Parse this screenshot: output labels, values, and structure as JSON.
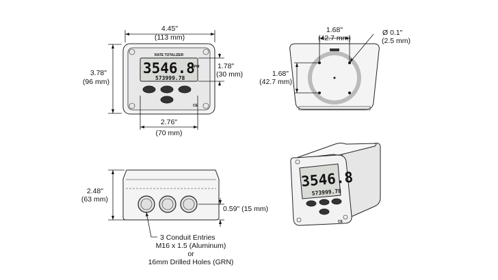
{
  "front_view": {
    "width_in": "4.45\"",
    "width_mm": "(113 mm)",
    "height_in": "3.78\"",
    "height_mm": "(96 mm)",
    "display_height_in": "1.78\"",
    "display_height_mm": "(30 mm)",
    "display_width_in": "2.76\"",
    "display_width_mm": "(70 mm)",
    "display_main": "3546.8",
    "display_secondary": "573999.78",
    "brand": "RATE TOTALIZER",
    "unit_label": "GPM"
  },
  "back_view": {
    "hole_spacing_h_in": "1.68\"",
    "hole_spacing_h_mm": "(42.7 mm)",
    "hole_diameter_in": "Ø 0.1\"",
    "hole_diameter_mm": "(2.5 mm)",
    "hole_spacing_v_in": "1.68\"",
    "hole_spacing_v_mm": "(42.7 mm)"
  },
  "bottom_view": {
    "depth_in": "2.48\"",
    "depth_mm": "(63 mm)",
    "conduit_offset": "0.59\" (15 mm)",
    "note_line1": "3 Conduit Entries",
    "note_line2": "M16 x 1.5 (Aluminum)",
    "note_line3": "or",
    "note_line4": "16mm Drilled Holes (GRN)"
  },
  "iso_view": {
    "display_main": "3546.8",
    "display_secondary": "573999.78"
  },
  "colors": {
    "line": "#111111",
    "body_fill": "#f4f4f4",
    "lcd_fill": "#d9dcd6"
  }
}
